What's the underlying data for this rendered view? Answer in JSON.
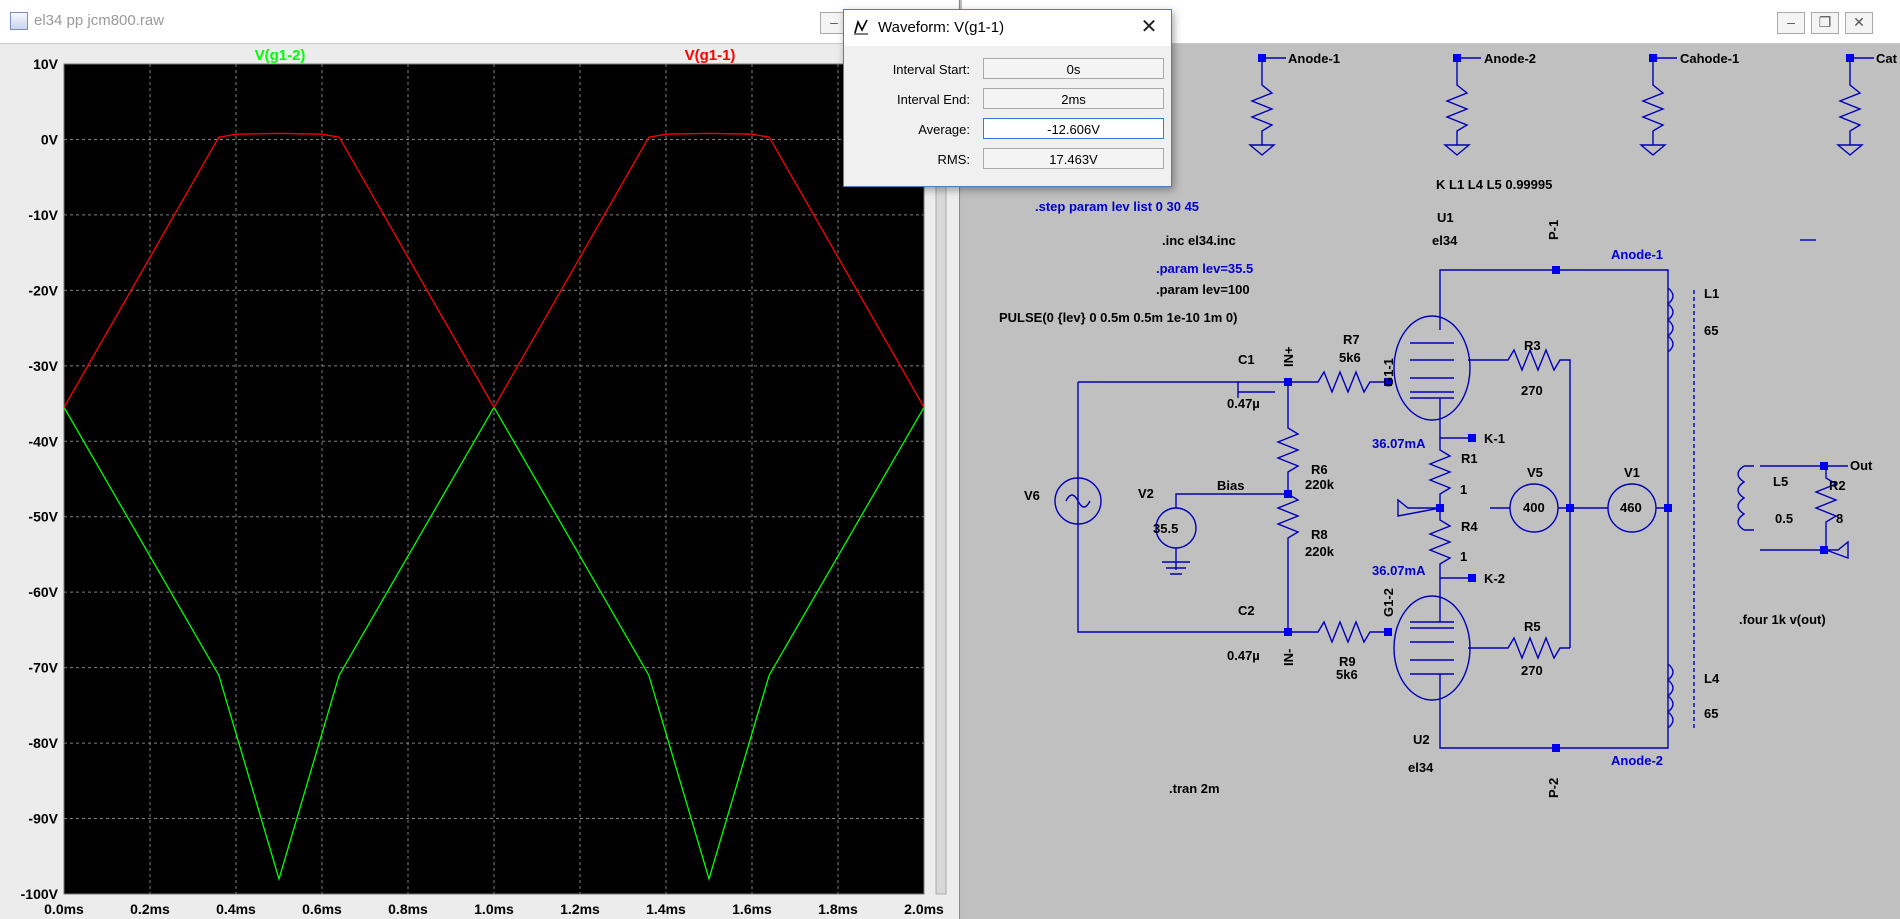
{
  "plot_window": {
    "title": "el34 pp jcm800.raw",
    "min_label": "–"
  },
  "dialog": {
    "title": "Waveform: V(g1-1)",
    "close_label": "✕",
    "rows": [
      {
        "label": "Interval Start:",
        "value": "0s"
      },
      {
        "label": "Interval End:",
        "value": "2ms"
      },
      {
        "label": "Average:",
        "value": "-12.606V"
      },
      {
        "label": "RMS:",
        "value": "17.463V"
      }
    ]
  },
  "schematic_window": {
    "controls": [
      "–",
      "❐",
      "✕"
    ]
  },
  "chart_data": {
    "type": "line",
    "xlabel": "",
    "ylabel": "",
    "xlim": [
      0,
      2
    ],
    "ylim": [
      -100,
      10
    ],
    "x_ticks": [
      "0.0ms",
      "0.2ms",
      "0.4ms",
      "0.6ms",
      "0.8ms",
      "1.0ms",
      "1.2ms",
      "1.4ms",
      "1.6ms",
      "1.8ms",
      "2.0ms"
    ],
    "y_ticks": [
      "10V",
      "0V",
      "-10V",
      "-20V",
      "-30V",
      "-40V",
      "-50V",
      "-60V",
      "-70V",
      "-80V",
      "-90V",
      "-100V"
    ],
    "grid": true,
    "legend_position": "top",
    "series": [
      {
        "name": "V(g1-2)",
        "color": "#00ff00",
        "x": [
          0,
          0.36,
          0.5,
          0.64,
          1.0,
          1.36,
          1.5,
          1.64,
          2.0
        ],
        "y": [
          -35.5,
          -71,
          -98,
          -71,
          -35.5,
          -71,
          -98,
          -71,
          -35.5
        ]
      },
      {
        "name": "V(g1-1)",
        "color": "#ff0000",
        "x": [
          0,
          0.36,
          0.4,
          0.5,
          0.6,
          0.64,
          1.0,
          1.36,
          1.4,
          1.5,
          1.6,
          1.64,
          2.0
        ],
        "y": [
          -35.5,
          0.3,
          0.7,
          0.8,
          0.7,
          0.3,
          -35.5,
          0.3,
          0.7,
          0.8,
          0.7,
          0.3,
          -35.5
        ]
      }
    ]
  },
  "schematic": {
    "directives": [
      {
        "text": ".step param lev list 0 30 45",
        "color": "#0000cc"
      },
      {
        "text": ".inc el34.inc",
        "color": "#000000"
      },
      {
        "text": ".param lev=35.5",
        "color": "#0000cc"
      },
      {
        "text": ".param lev=100",
        "color": "#000000"
      },
      {
        "text": "PULSE(0 {lev} 0 0.5m 0.5m 1e-10 1m 0)",
        "color": "#000000"
      },
      {
        "text": "K L1 L4 L5  0.99995",
        "color": "#000000"
      },
      {
        "text": ".tran 2m",
        "color": "#000000"
      },
      {
        "text": ".four 1k v(out)",
        "color": "#000000"
      }
    ],
    "net_labels": [
      "Anode-1",
      "Anode-2",
      "Cahode-1",
      "Cat",
      "Anode-1",
      "Anode-2",
      "P-1",
      "P-2",
      "IN+",
      "IN-",
      "G1-1",
      "G1-2",
      "K-1",
      "K-2",
      "Bias",
      "Out"
    ],
    "components": [
      {
        "ref": "U1",
        "value": "el34"
      },
      {
        "ref": "U2",
        "value": "el34"
      },
      {
        "ref": "C1",
        "value": "0.47µ"
      },
      {
        "ref": "C2",
        "value": "0.47µ"
      },
      {
        "ref": "R7",
        "value": "5k6"
      },
      {
        "ref": "R9",
        "value": "5k6"
      },
      {
        "ref": "R3",
        "value": "270"
      },
      {
        "ref": "R5",
        "value": "270"
      },
      {
        "ref": "R6",
        "value": "220k"
      },
      {
        "ref": "R8",
        "value": "220k"
      },
      {
        "ref": "R1",
        "value": "1"
      },
      {
        "ref": "R4",
        "value": "1"
      },
      {
        "ref": "R2",
        "value": "8"
      },
      {
        "ref": "L1",
        "value": "65"
      },
      {
        "ref": "L4",
        "value": "65"
      },
      {
        "ref": "L5",
        "value": "0.5"
      },
      {
        "ref": "V1",
        "value": "460"
      },
      {
        "ref": "V5",
        "value": "400"
      },
      {
        "ref": "V2",
        "value": "35.5"
      },
      {
        "ref": "V6",
        "value": ""
      }
    ],
    "currents": [
      "36.07mA",
      "36.07mA"
    ]
  }
}
